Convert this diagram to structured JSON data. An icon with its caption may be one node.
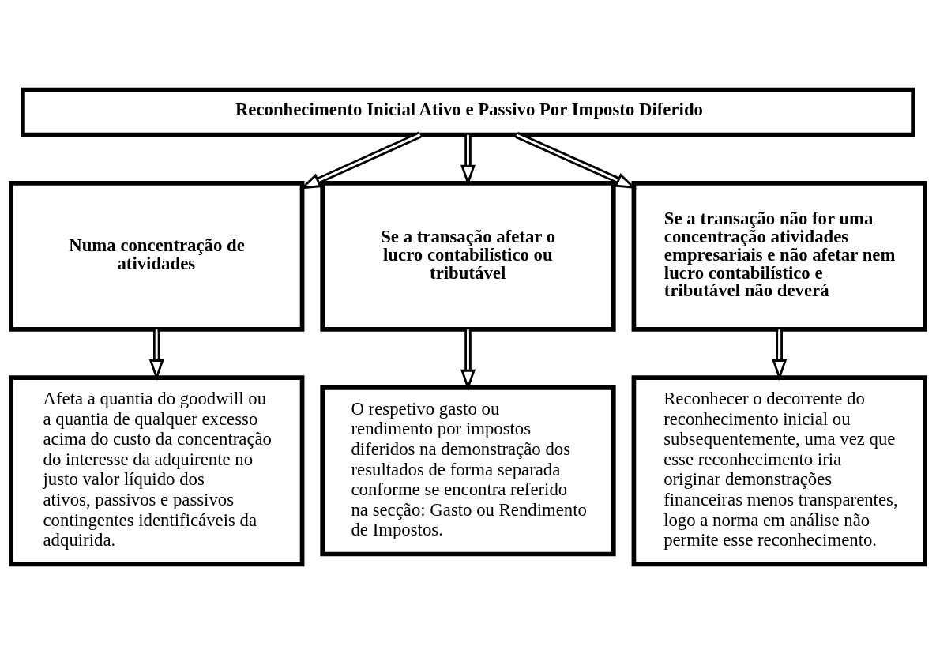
{
  "diagram": {
    "nodes": [
      {
        "text": [
          "Reconhecimento Inicial Ativo e Passivo Por Imposto Diferido"
        ]
      },
      {
        "text": [
          "Numa concentração de atividades"
        ]
      },
      {
        "text": [
          "Se a transação afetar o lucro contabilístico ou tributável"
        ]
      },
      {
        "text": [
          "Se a transação não for uma concentração atividades empresariais e não afetar nem lucro contabilístico e tributável não deverá"
        ]
      },
      {
        "text": [
          "Afeta a quantia do goodwill ou a quantia de qualquer excesso acima do custo da concentração do interesse da adquirente no justo valor líquido dos ativos, passivos e passivos contingentes identificáveis da adquirida."
        ]
      },
      {
        "text": [
          "O respetivo gasto ou rendimento por impostos diferidos na demonstração dos resultados de forma separada conforme se encontra referido na secção: Gasto ou Rendimento de Impostos."
        ]
      },
      {
        "text": [
          "Reconhecer o decorrente do reconhecimento inicial ou subsequentemente, uma vez que esse reconhecimento iria originar demonstrações financeiras menos transparentes, logo a norma em análise não permite esse reconhecimento."
        ]
      }
    ],
    "edges": [
      {
        "from": 0,
        "to": 1,
        "arrow": "to"
      },
      {
        "from": 0,
        "to": 2,
        "arrow": "to"
      },
      {
        "from": 0,
        "to": 3,
        "arrow": "to"
      },
      {
        "from": 1,
        "to": 4,
        "arrow": "to"
      },
      {
        "from": 2,
        "to": 5,
        "arrow": "to"
      },
      {
        "from": 3,
        "to": 6,
        "arrow": "to"
      }
    ]
  }
}
